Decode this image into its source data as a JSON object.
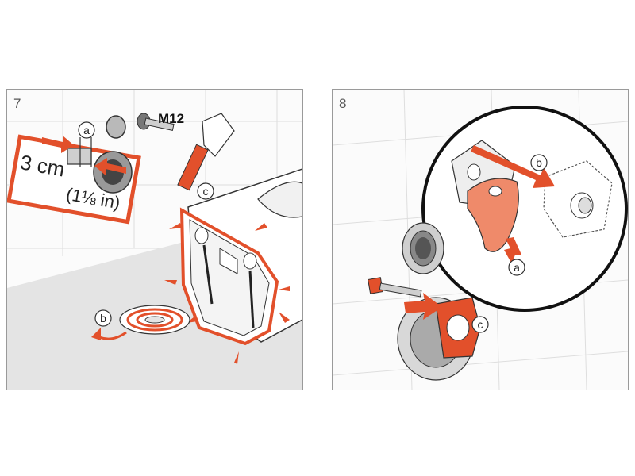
{
  "steps": [
    {
      "number": "7",
      "labels": {
        "a": "a",
        "b": "b",
        "c": "c"
      },
      "measurement": {
        "metric": "3 cm",
        "imperial": "(1⅛ in)"
      },
      "bolt_size": "M12"
    },
    {
      "number": "8",
      "labels": {
        "a": "a",
        "b": "b",
        "c": "c"
      }
    }
  ],
  "colors": {
    "accent": "#e2502b",
    "accent_fill": "#ef8a6a",
    "tile_line": "#dedede",
    "outline": "#333333",
    "floor": "#e4e4e4"
  }
}
